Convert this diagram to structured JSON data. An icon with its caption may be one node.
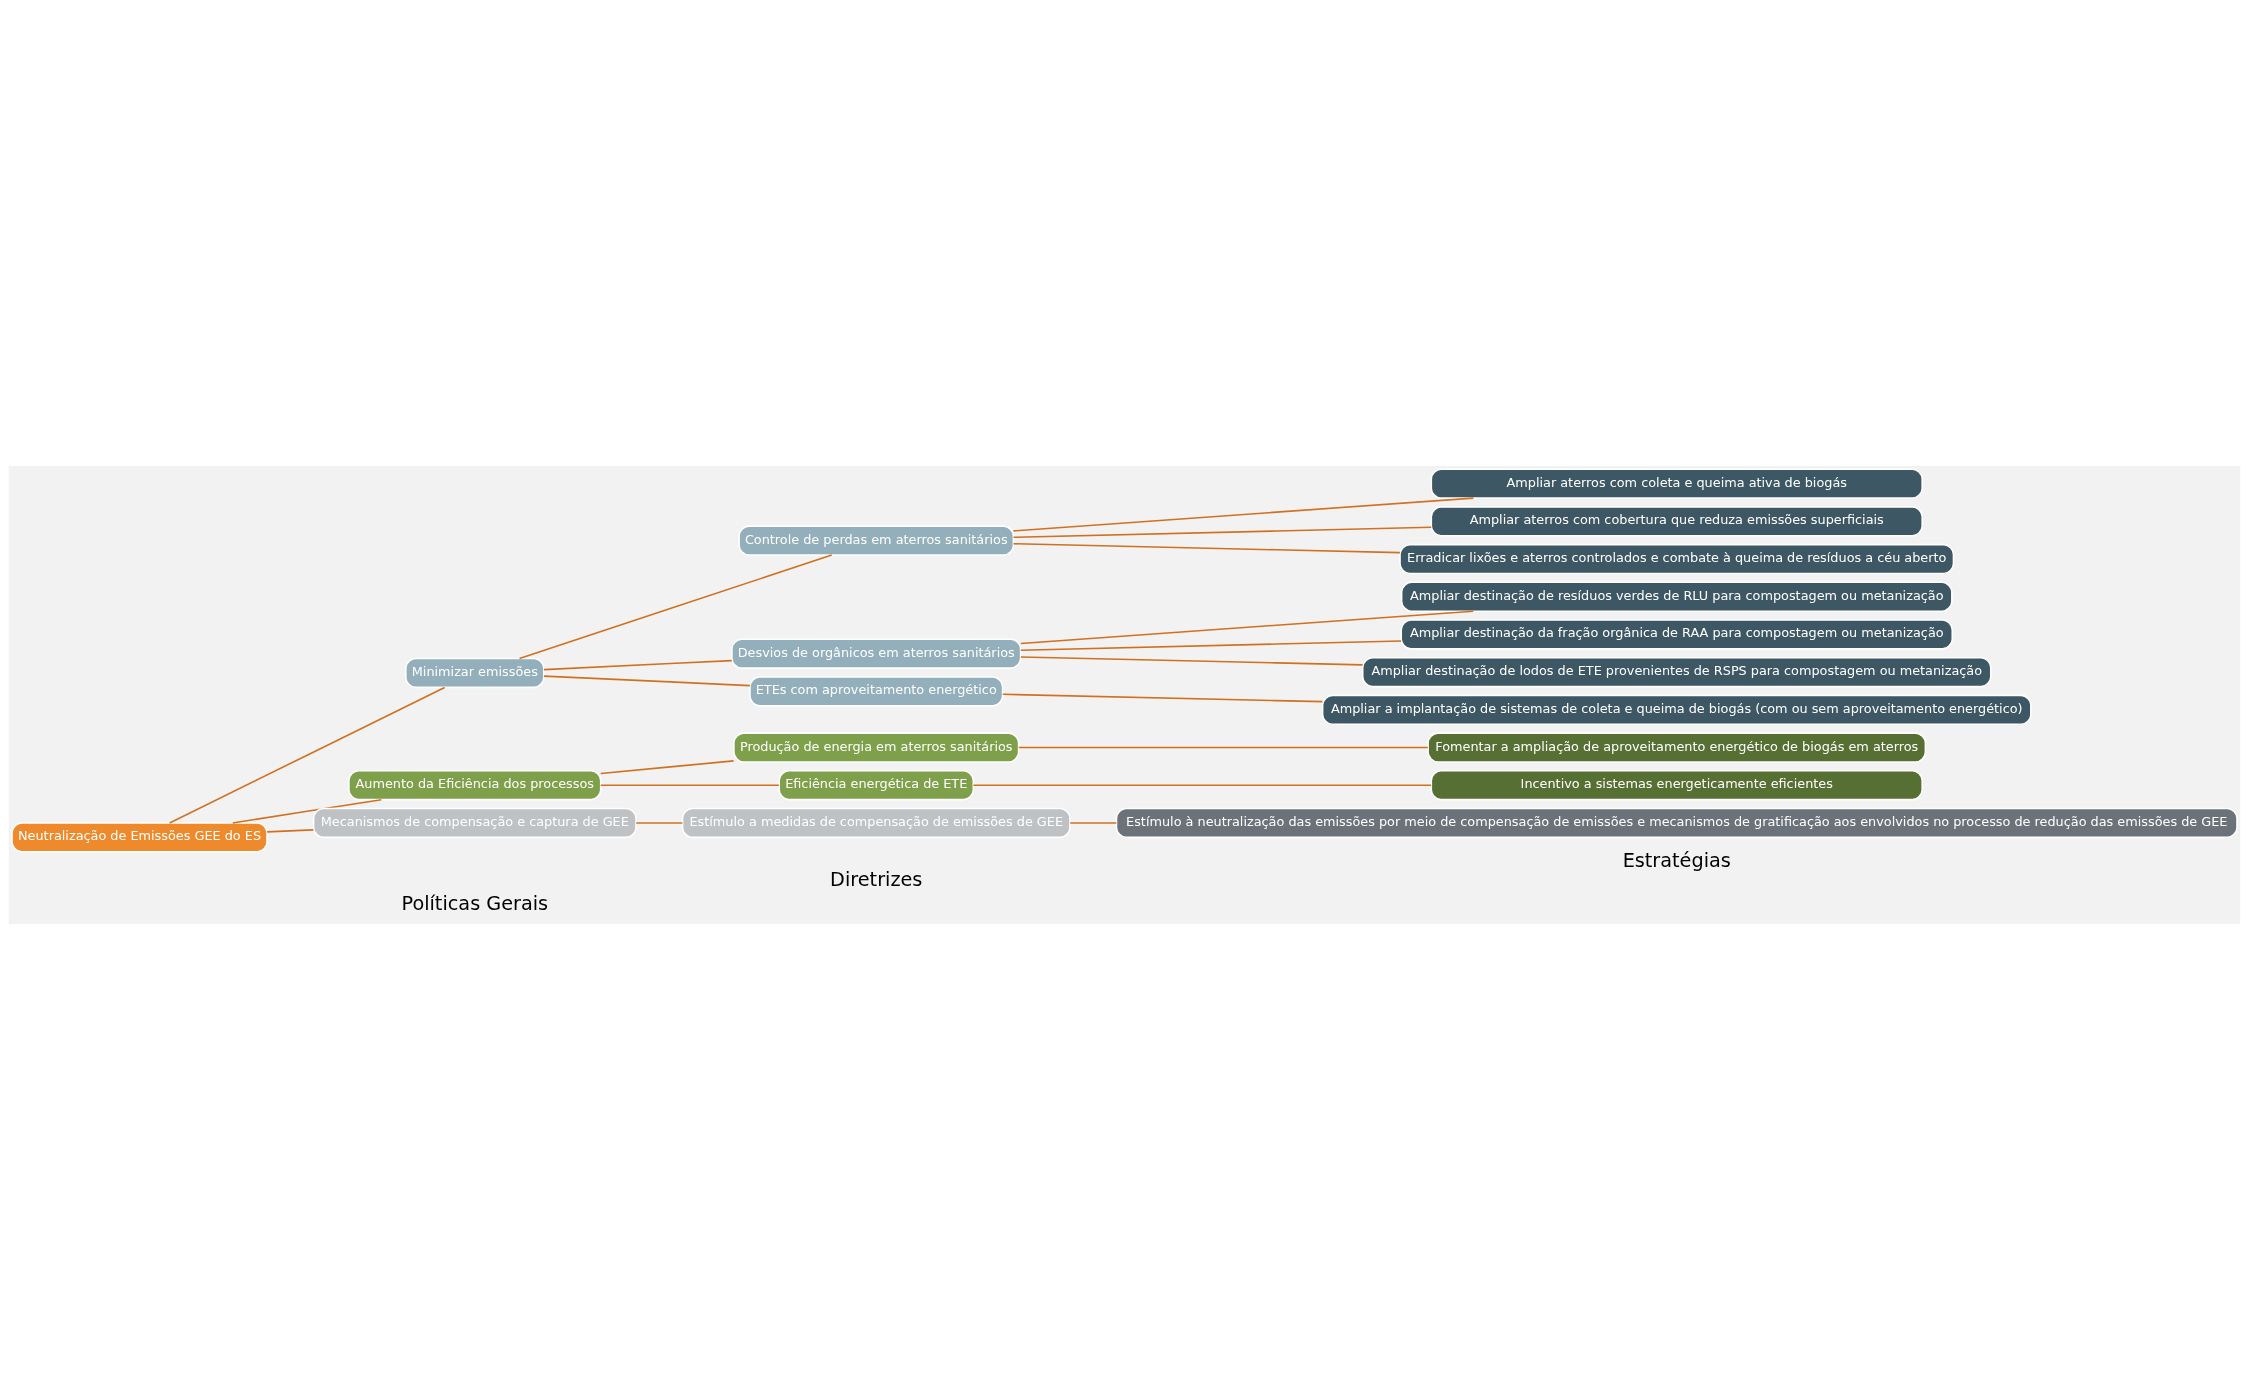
{
  "diagram": {
    "nodes": [
      {
        "text": [
          "Neutralização de Emissões GEE do ES"
        ]
      },
      {
        "text": [
          "Minimizar emissões"
        ]
      },
      {
        "text": [
          "Aumento da Eficiência dos processos"
        ]
      },
      {
        "text": [
          "Mecanismos de compensação e captura de GEE"
        ]
      },
      {
        "text": [
          "Controle de perdas em aterros sanitários"
        ]
      },
      {
        "text": [
          "Desvios de orgânicos em aterros sanitários"
        ]
      },
      {
        "text": [
          "ETEs com aproveitamento energético"
        ]
      },
      {
        "text": [
          "Produção de energia em aterros sanitários"
        ]
      },
      {
        "text": [
          "Eficiência energética de ETE"
        ]
      },
      {
        "text": [
          "Estímulo a medidas de compensação de emissões de GEE"
        ]
      },
      {
        "text": [
          "Ampliar aterros com coleta e queima ativa de biogás"
        ]
      },
      {
        "text": [
          "Ampliar aterros com cobertura que reduza emissões superficiais"
        ]
      },
      {
        "text": [
          "Erradicar lixões e aterros controlados e combate à queima de resíduos a céu aberto"
        ]
      },
      {
        "text": [
          "Ampliar destinação de resíduos verdes de RLU para compostagem ou metanização"
        ]
      },
      {
        "text": [
          "Ampliar destinação da fração orgânica de RAA para compostagem ou metanização"
        ]
      },
      {
        "text": [
          "Ampliar destinação de lodos de ETE provenientes de RSPS para compostagem ou metanização"
        ]
      },
      {
        "text": [
          "Ampliar a implantação de sistemas de coleta e queima de biogás (com ou sem aproveitamento energético)"
        ]
      },
      {
        "text": [
          "Fomentar a ampliação de aproveitamento energético de biogás em aterros"
        ]
      },
      {
        "text": [
          "Incentivo a sistemas energeticamente eficientes"
        ]
      },
      {
        "text": [
          "Estímulo à neutralização das emissões por meio de compensação de emissões e mecanismos de gratificação aos envolvidos no processo de redução das emissões de GEE"
        ]
      }
    ],
    "edges": [
      {
        "from": 0,
        "to": 1,
        "arrow": "none"
      },
      {
        "from": 0,
        "to": 2,
        "arrow": "none"
      },
      {
        "from": 0,
        "to": 3,
        "arrow": "none"
      },
      {
        "from": 1,
        "to": 4,
        "arrow": "none"
      },
      {
        "from": 1,
        "to": 5,
        "arrow": "none"
      },
      {
        "from": 1,
        "to": 6,
        "arrow": "none"
      },
      {
        "from": 2,
        "to": 7,
        "arrow": "none"
      },
      {
        "from": 2,
        "to": 8,
        "arrow": "none"
      },
      {
        "from": 3,
        "to": 9,
        "arrow": "none"
      },
      {
        "from": 4,
        "to": 10,
        "arrow": "none"
      },
      {
        "from": 4,
        "to": 11,
        "arrow": "none"
      },
      {
        "from": 4,
        "to": 12,
        "arrow": "none"
      },
      {
        "from": 5,
        "to": 13,
        "arrow": "none"
      },
      {
        "from": 5,
        "to": 14,
        "arrow": "none"
      },
      {
        "from": 5,
        "to": 15,
        "arrow": "none"
      },
      {
        "from": 6,
        "to": 16,
        "arrow": "none"
      },
      {
        "from": 7,
        "to": 17,
        "arrow": "none"
      },
      {
        "from": 8,
        "to": 18,
        "arrow": "none"
      },
      {
        "from": 9,
        "to": 19,
        "arrow": "none"
      }
    ],
    "labels": [
      "Estratégias",
      "Diretrizes",
      "Políticas Gerais"
    ]
  }
}
